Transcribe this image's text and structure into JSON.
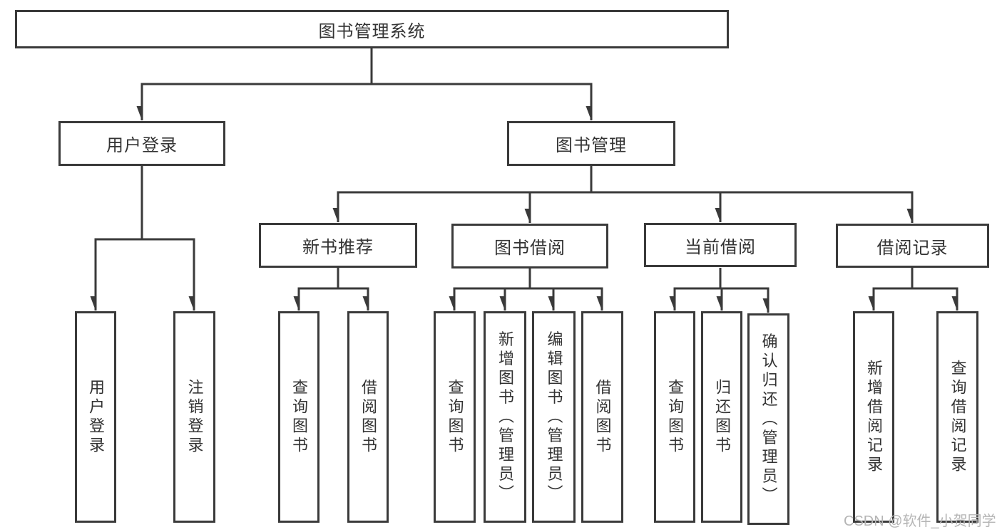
{
  "diagram": {
    "type": "hierarchy-tree",
    "title": "图书管理系统",
    "hierarchy": {
      "图书管理系统": {
        "用户登录": [
          "用户登录",
          "注销登录"
        ],
        "图书管理": {
          "新书推荐": [
            "查询图书",
            "借阅图书"
          ],
          "图书借阅": [
            "查询图书",
            "新增图书（管理员）",
            "编辑图书（管理员）",
            "借阅图书"
          ],
          "当前借阅": [
            "查询图书",
            "归还图书",
            "确认归还（管理员）"
          ],
          "借阅记录": [
            "新增借阅记录",
            "查询借阅记录"
          ]
        }
      }
    }
  },
  "nodes": {
    "root": "图书管理系统",
    "user_login": "用户登录",
    "book_mgmt": "图书管理",
    "new_book_rec": "新书推荐",
    "book_borrow": "图书借阅",
    "current_borrow": "当前借阅",
    "borrow_records": "借阅记录",
    "leaf_user_login": "用户登录",
    "leaf_logout": "注销登录",
    "leaf_query_book_1": "查询图书",
    "leaf_borrow_book_1": "借阅图书",
    "leaf_query_book_2": "查询图书",
    "leaf_add_book": "新增图书（管理员）",
    "leaf_edit_book": "编辑图书（管理员）",
    "leaf_borrow_book_2": "借阅图书",
    "leaf_query_book_3": "查询图书",
    "leaf_return_book": "归还图书",
    "leaf_confirm_return": "确认归还（管理员）",
    "leaf_add_borrow_record": "新增借阅记录",
    "leaf_query_borrow_record": "查询借阅记录"
  },
  "watermark": "CSDN @软件_小贺同学",
  "colors": {
    "line": "#3a3a3a",
    "box_border": "#3a3a3a",
    "text": "#333333",
    "watermark": "#b5b5b5",
    "background": "#ffffff"
  }
}
